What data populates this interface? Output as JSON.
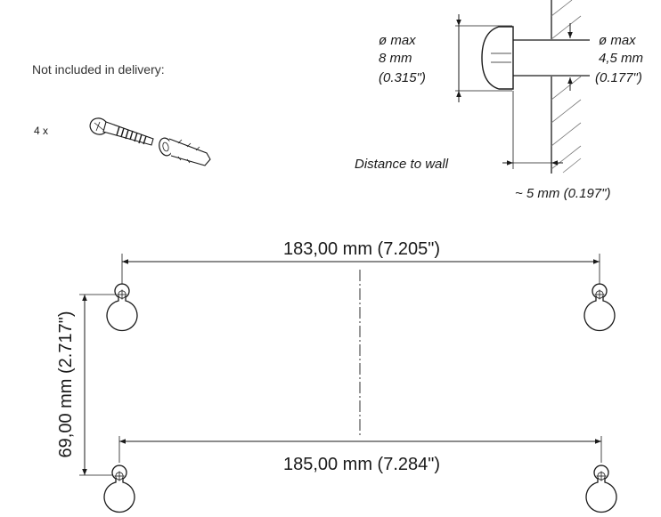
{
  "header": {
    "not_included": "Not included in delivery:",
    "quantity": "4 x"
  },
  "screw_head": {
    "label_line1": "ø max",
    "label_line2": "8 mm",
    "label_line3": "(0.315\")"
  },
  "screw_shaft": {
    "label_line1": "ø max",
    "label_line2": "4,5 mm",
    "label_line3": "(0.177\")"
  },
  "wall": {
    "distance_label": "Distance to wall",
    "distance_value": "~ 5 mm (0.197\")"
  },
  "dimensions": {
    "top_width": "183,00 mm (7.205\")",
    "bottom_width": "185,00 mm (7.284\")",
    "height": "69,00 mm (2.717\")"
  }
}
